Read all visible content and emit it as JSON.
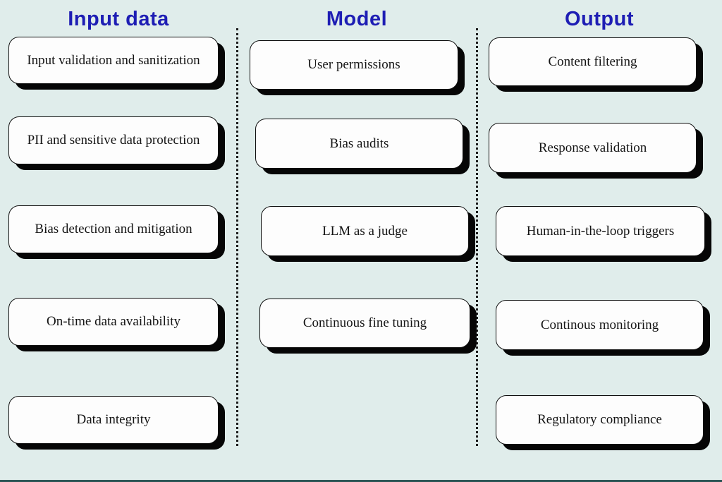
{
  "page": {
    "background_color": "#e0edeb",
    "header_color": "#1e1eb4",
    "node_fill": "#fdfdfd",
    "node_shadow": "#060606",
    "bottom_bar_color": "#2c5656"
  },
  "columns": [
    {
      "header": "Input data",
      "items": [
        "Input validation and sanitization",
        "PII and sensitive data protection",
        "Bias detection and mitigation",
        "On-time data availability",
        "Data integrity"
      ]
    },
    {
      "header": "Model",
      "items": [
        "User permissions",
        "Bias audits",
        "LLM as a judge",
        "Continuous fine tuning"
      ]
    },
    {
      "header": "Output",
      "items": [
        "Content filtering",
        "Response validation",
        "Human-in-the-loop triggers",
        "Continous monitoring",
        "Regulatory compliance"
      ]
    }
  ]
}
